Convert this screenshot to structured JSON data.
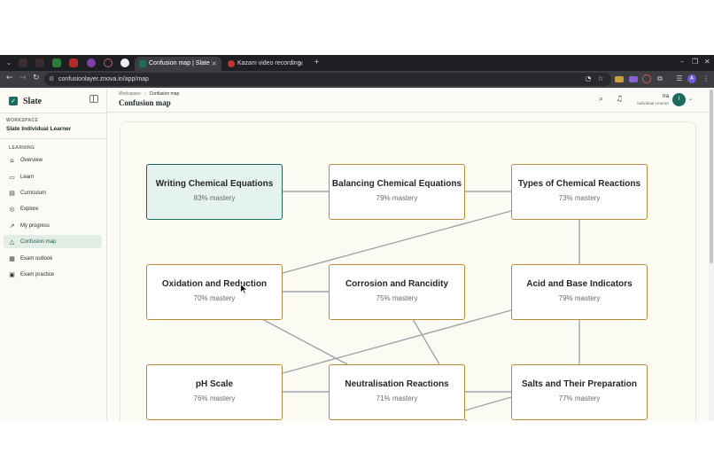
{
  "browser": {
    "tabs": [
      {
        "title": "Confusion map | Slate",
        "active": true
      },
      {
        "title": "Kazam video recording",
        "active": false
      }
    ],
    "new_tab": "+",
    "url": "confusionlayer.znova.in/app/map"
  },
  "sidebar": {
    "brand": "Slate",
    "workspace_label": "WORKSPACE",
    "workspace_name": "Slate Individual Learner",
    "section_label": "LEARNING",
    "items": [
      {
        "label": "Overview",
        "icon": "home-icon"
      },
      {
        "label": "Learn",
        "icon": "book-icon"
      },
      {
        "label": "Curriculum",
        "icon": "folder-icon"
      },
      {
        "label": "Explore",
        "icon": "compass-icon"
      },
      {
        "label": "My progress",
        "icon": "trend-icon"
      },
      {
        "label": "Confusion map",
        "icon": "warning-icon",
        "active": true
      },
      {
        "label": "Exam outlook",
        "icon": "calendar-icon"
      },
      {
        "label": "Exam practice",
        "icon": "clipboard-icon"
      }
    ]
  },
  "header": {
    "breadcrumb": [
      "Workspace",
      "Confusion map"
    ],
    "title": "Confusion map",
    "user_name": "Ira",
    "user_role": "Individual Learner",
    "avatar_initial": "I"
  },
  "map": {
    "nodes": [
      {
        "title": "Writing Chemical Equations",
        "mastery": "83% mastery",
        "selected": true
      },
      {
        "title": "Balancing Chemical Equations",
        "mastery": "79% mastery"
      },
      {
        "title": "Types of Chemical Reactions",
        "mastery": "73% mastery"
      },
      {
        "title": "Oxidation and Reduction",
        "mastery": "70% mastery"
      },
      {
        "title": "Corrosion and Rancidity",
        "mastery": "75% mastery"
      },
      {
        "title": "Acid and Base Indicators",
        "mastery": "79% mastery"
      },
      {
        "title": "pH Scale",
        "mastery": "76% mastery"
      },
      {
        "title": "Neutralisation Reactions",
        "mastery": "71% mastery"
      },
      {
        "title": "Salts and Their Preparation",
        "mastery": "77% mastery"
      }
    ]
  },
  "colors": {
    "accent": "#1c6b60",
    "node_border": "#b98e3a",
    "selected_fill": "#e5f3ee"
  }
}
